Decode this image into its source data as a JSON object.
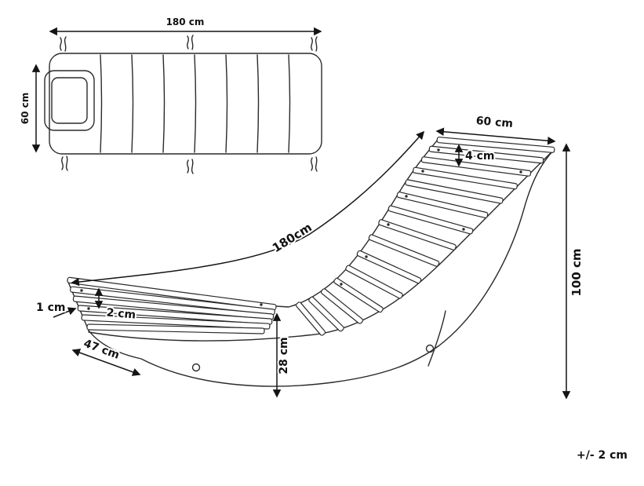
{
  "colors": {
    "line": "#2a2a2a",
    "label": "#111111",
    "background": "#ffffff"
  },
  "cushion_view": {
    "width_label": "180 cm",
    "depth_label": "60 cm"
  },
  "lounger_view": {
    "backrest_width_label": "60 cm",
    "slat_gap_top_label": "4 cm",
    "curve_length_label": "180cm",
    "total_height_label": "100 cm",
    "slat_thickness_label": "1 cm",
    "slat_gap_label": "2 cm",
    "footboard_length_label": "47 cm",
    "seat_clearance_label": "28 cm"
  },
  "tolerance_note": "+/- 2 cm"
}
